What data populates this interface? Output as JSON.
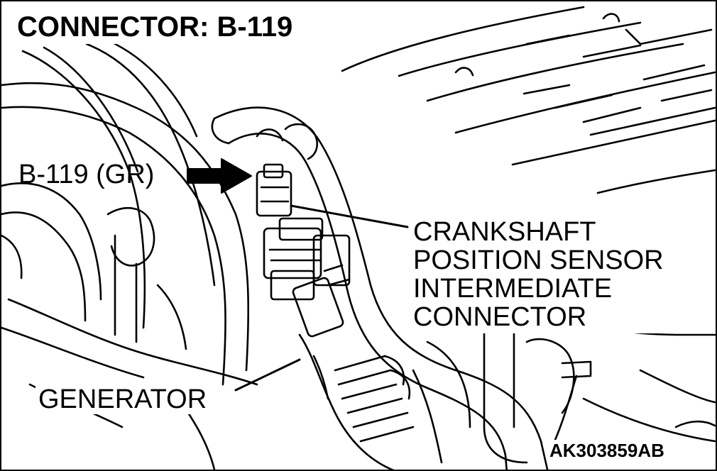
{
  "title": "CONNECTOR: B-119",
  "connector_label": "B-119 (GR)",
  "sensor_label_lines": [
    "CRANKSHAFT",
    "POSITION SENSOR",
    "INTERMEDIATE",
    "CONNECTOR"
  ],
  "generator_label": "GENERATOR",
  "figure_code": "AK303859AB"
}
